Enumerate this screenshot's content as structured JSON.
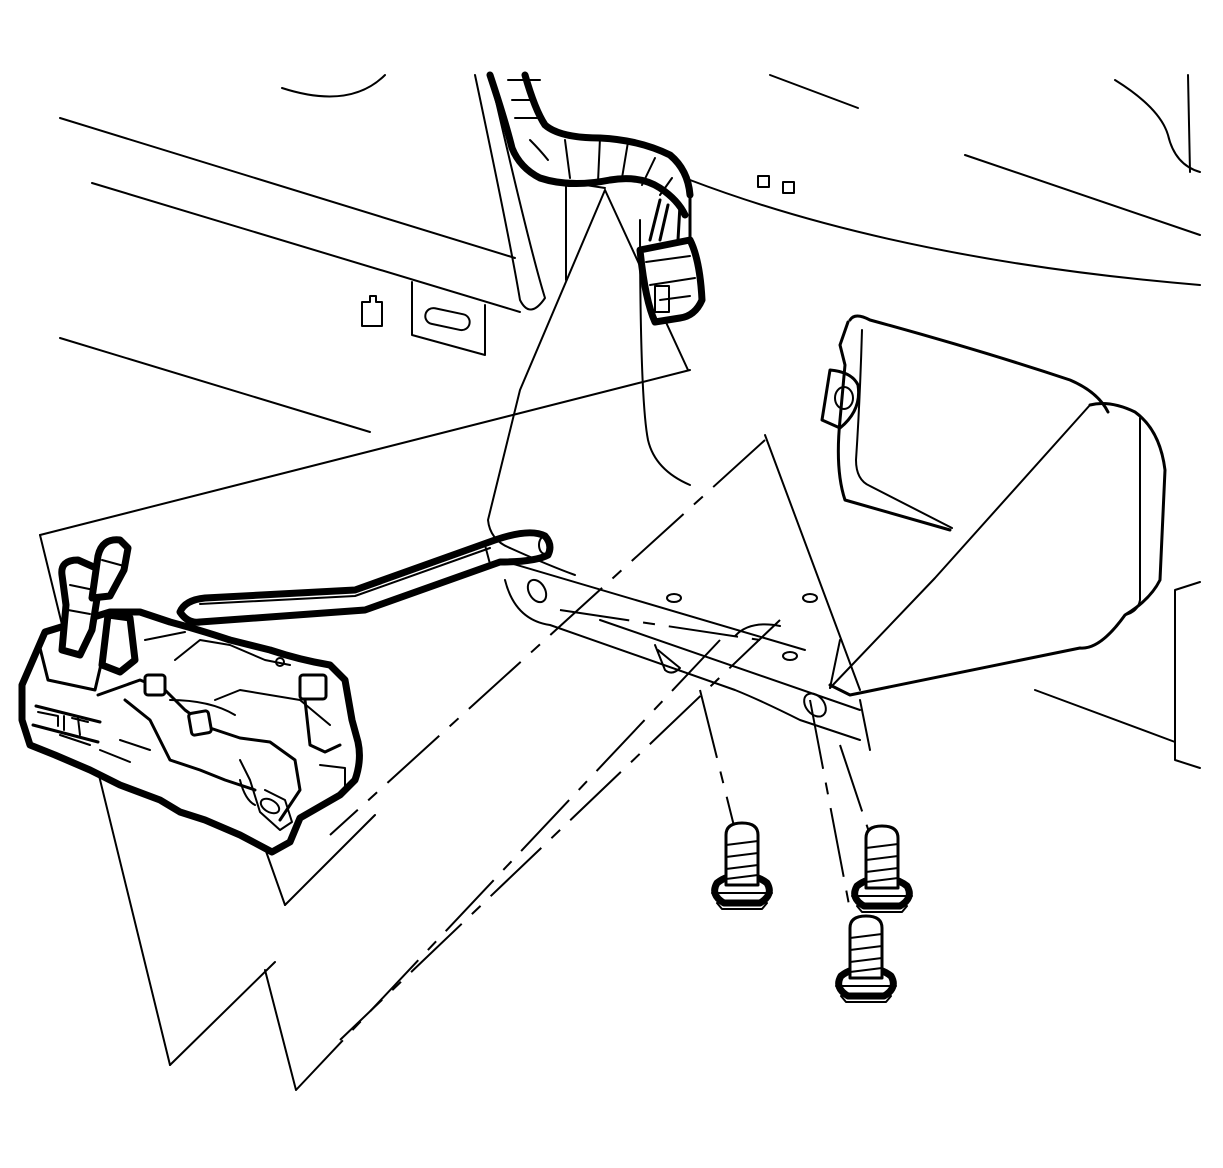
{
  "figure": {
    "parts": [
      {
        "name": "door-latch-assembly"
      },
      {
        "name": "outside-handle-rod"
      },
      {
        "name": "wiring-harness"
      },
      {
        "name": "harness-electrical-connector"
      },
      {
        "name": "latch-mounting-bolt-1"
      },
      {
        "name": "latch-mounting-bolt-2"
      },
      {
        "name": "latch-mounting-bolt-3"
      }
    ],
    "colors": {
      "line": "#000000",
      "background": "#ffffff"
    }
  }
}
